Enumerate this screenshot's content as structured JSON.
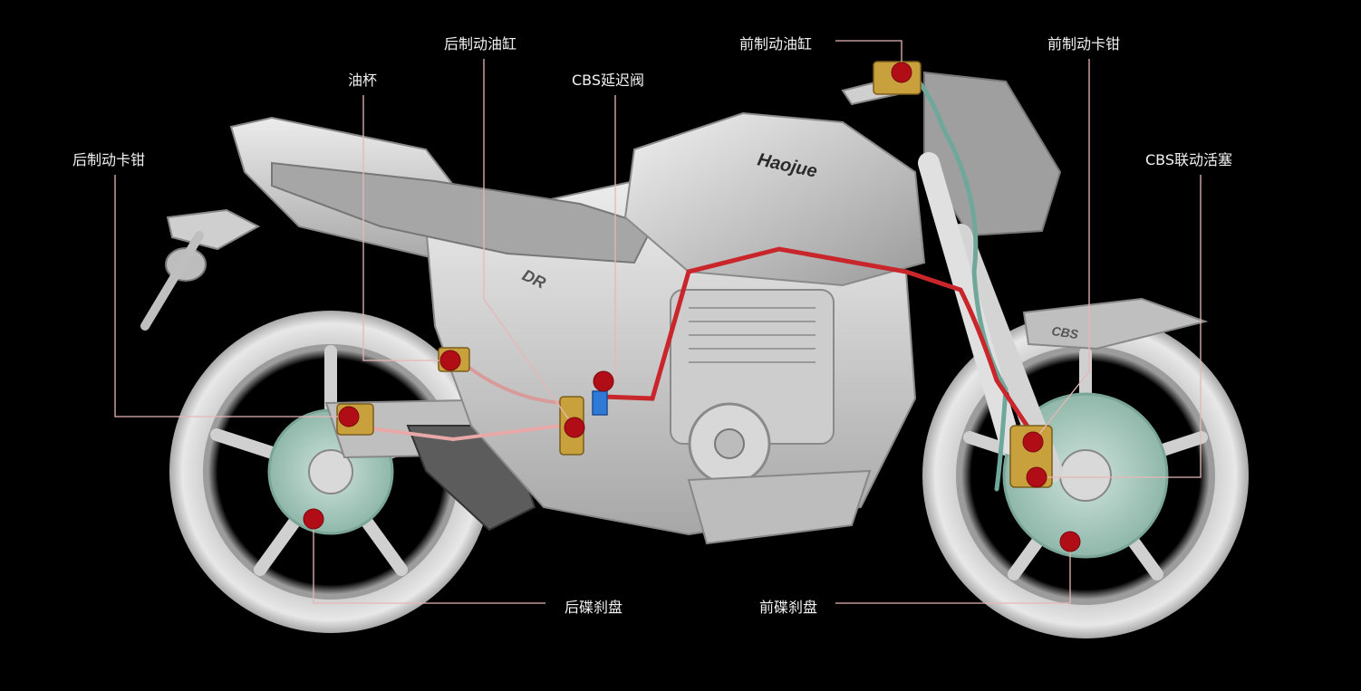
{
  "labels": {
    "rear_caliper": "后制动卡钳",
    "oil_cup": "油杯",
    "rear_master_cylinder": "后制动油缸",
    "cbs_delay_valve": "CBS延迟阀",
    "front_master_cylinder": "前制动油缸",
    "front_caliper": "前制动卡钳",
    "cbs_piston": "CBS联动活塞",
    "rear_disc": "后碟刹盘",
    "front_disc": "前碟刹盘"
  },
  "branding": {
    "tank_logo": "Haojue",
    "side_badge": "DR",
    "fender_badge": "CBS"
  },
  "colors": {
    "background": "#000000",
    "leader_line": "#e8b6b6",
    "marker": "#b10d16",
    "brake_line_red": "#c8262b",
    "brake_line_green": "#6fa89a",
    "brass": "#c9a13c",
    "body": "#d6d6d6"
  }
}
